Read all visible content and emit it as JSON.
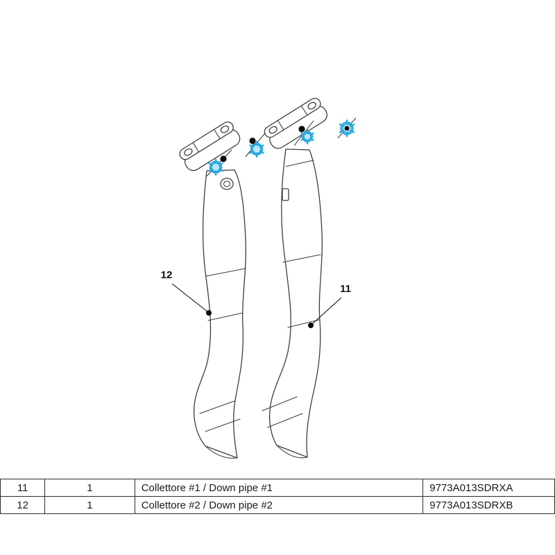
{
  "diagram": {
    "callouts": [
      {
        "label": "12"
      },
      {
        "label": "11"
      }
    ],
    "colors": {
      "line": "#3d3d3d",
      "highlight_blue": "#2aa7dd",
      "fastener_black": "#0a0a0a"
    }
  },
  "table": {
    "rows": [
      {
        "item": "11",
        "qty": "1",
        "description": "Collettore #1 / Down pipe #1",
        "code": "9773A013SDRXA"
      },
      {
        "item": "12",
        "qty": "1",
        "description": "Collettore #2 / Down pipe #2",
        "code": "9773A013SDRXB"
      }
    ]
  }
}
